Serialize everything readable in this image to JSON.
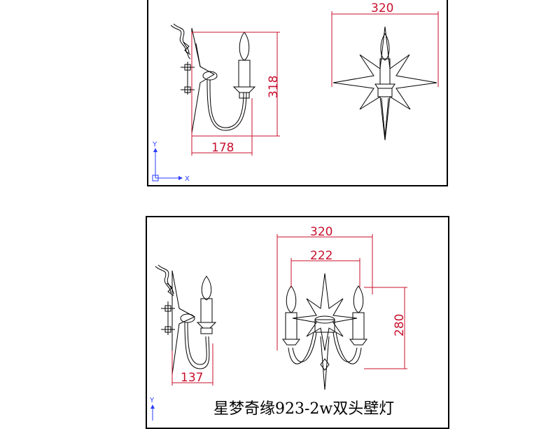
{
  "top_view": {
    "side_width": "178",
    "side_height": "318",
    "front_width": "320",
    "axis_y": "Y",
    "axis_x": "X"
  },
  "bottom_view": {
    "side_width": "137",
    "front_width_outer": "320",
    "front_width_inner": "222",
    "front_height": "280",
    "axis_y": "Y"
  },
  "caption": "星梦奇缘923-2w双头壁灯",
  "colors": {
    "dimension": "#c8102e",
    "axis": "#2a3cff",
    "line": "#000000"
  }
}
